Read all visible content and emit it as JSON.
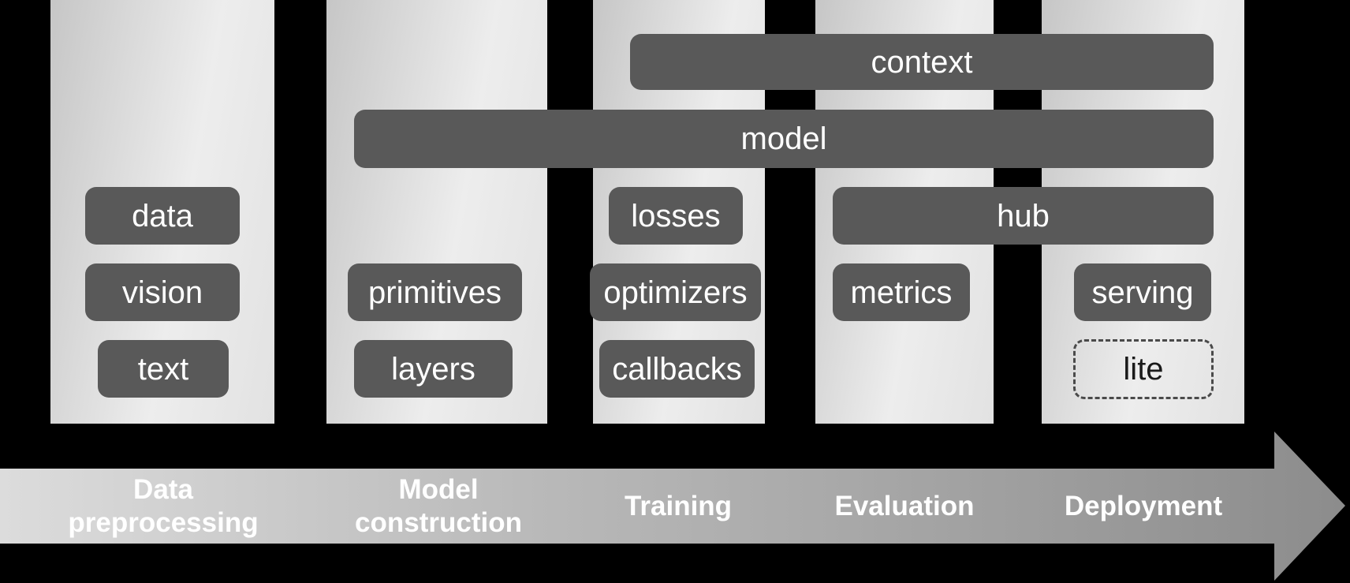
{
  "colors": {
    "background": "#000000",
    "module_box_fill": "#595959",
    "module_text": "#ffffff",
    "column_gradient_start": "#c6c6c6",
    "column_gradient_end": "#e2e2e2",
    "arrow_gradient_start": "#dcdcdc",
    "arrow_gradient_end": "#8c8c8c",
    "stage_label_text": "#ffffff",
    "lite_box_border": "#4a4a4a",
    "lite_box_text": "#1a1a1a"
  },
  "spanning_bars": [
    {
      "label": "context"
    },
    {
      "label": "model"
    },
    {
      "label": "hub"
    }
  ],
  "stages": [
    {
      "label": "Data\npreprocessing",
      "modules": [
        "data",
        "vision",
        "text"
      ]
    },
    {
      "label": "Model\nconstruction",
      "modules": [
        "primitives",
        "layers"
      ]
    },
    {
      "label": "Training",
      "modules": [
        "losses",
        "optimizers",
        "callbacks"
      ]
    },
    {
      "label": "Evaluation",
      "modules": [
        "metrics"
      ]
    },
    {
      "label": "Deployment",
      "modules": [
        "serving",
        "lite"
      ]
    }
  ]
}
